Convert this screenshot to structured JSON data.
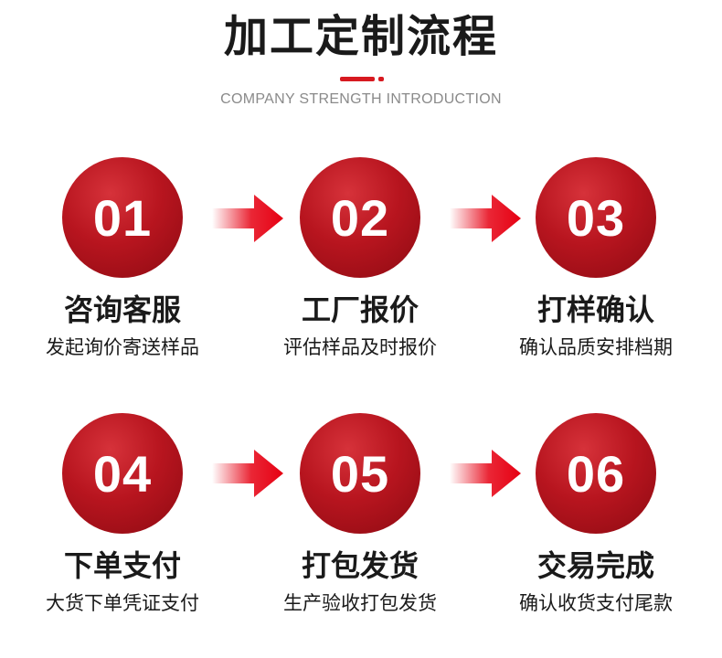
{
  "header": {
    "title": "加工定制流程",
    "subtitle": "COMPANY STRENGTH INTRODUCTION"
  },
  "colors": {
    "accent": "#d71920",
    "circle_dark": "#8d0a12",
    "text": "#1a1a1a",
    "subtitle": "#8a8a8a"
  },
  "steps": [
    {
      "number": "01",
      "title": "咨询客服",
      "desc": "发起询价寄送样品"
    },
    {
      "number": "02",
      "title": "工厂报价",
      "desc": "评估样品及时报价"
    },
    {
      "number": "03",
      "title": "打样确认",
      "desc": "确认品质安排档期"
    },
    {
      "number": "04",
      "title": "下单支付",
      "desc": "大货下单凭证支付"
    },
    {
      "number": "05",
      "title": "打包发货",
      "desc": "生产验收打包发货"
    },
    {
      "number": "06",
      "title": "交易完成",
      "desc": "确认收货支付尾款"
    }
  ],
  "icons": {
    "arrow": "right-arrow-icon"
  }
}
